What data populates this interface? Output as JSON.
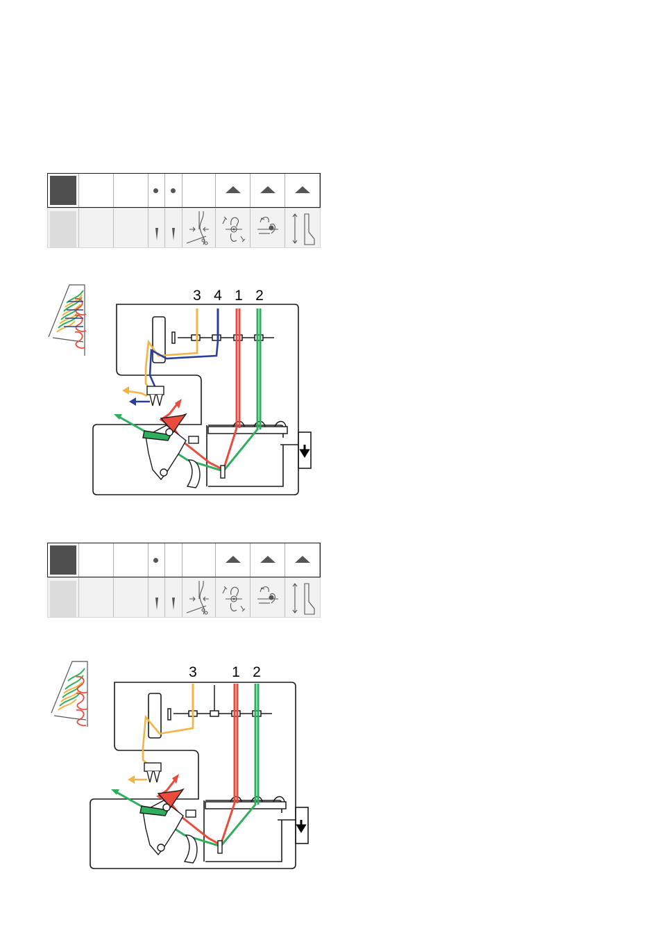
{
  "diagram_1": {
    "thread_labels": [
      "3",
      "4",
      "1",
      "2"
    ]
  },
  "diagram_2": {
    "thread_labels": [
      "3",
      "1",
      "2"
    ]
  },
  "colors": {
    "thread_1": "#e94b3c",
    "thread_2": "#2fae5e",
    "thread_3": "#f4b445",
    "thread_4": "#2a3f9a",
    "panel_dark": "#4f4f4f",
    "panel_light": "#dcdcdc"
  },
  "settings_panel_1": {
    "needle_dots": 2,
    "indicators": [
      "triangle-up",
      "triangle-up",
      "triangle-up"
    ],
    "icons": [
      "needle-icon",
      "needle-icon",
      "stitch-width-icon",
      "differential-feed-icon",
      "upper-looper-converter-icon",
      "presser-foot-pressure-icon"
    ]
  },
  "settings_panel_2": {
    "needle_dots": 1,
    "indicators": [
      "triangle-up",
      "triangle-up",
      "triangle-up"
    ],
    "icons": [
      "needle-icon",
      "needle-icon",
      "stitch-width-icon",
      "differential-feed-icon",
      "upper-looper-converter-icon",
      "presser-foot-pressure-icon"
    ]
  }
}
